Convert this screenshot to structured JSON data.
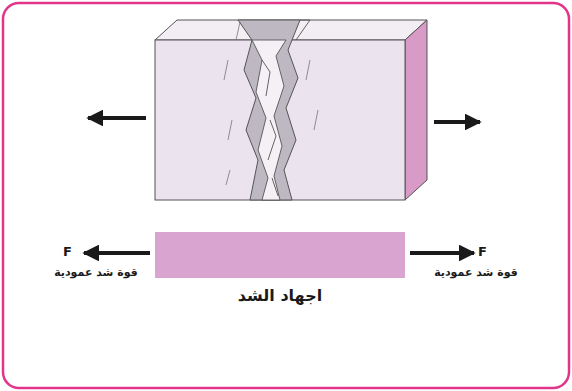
{
  "diagram": {
    "labels": [
      "F",
      "قوة شد عمودية",
      "F",
      "قوة شد عمودية",
      "اجهاد الشد"
    ]
  }
}
